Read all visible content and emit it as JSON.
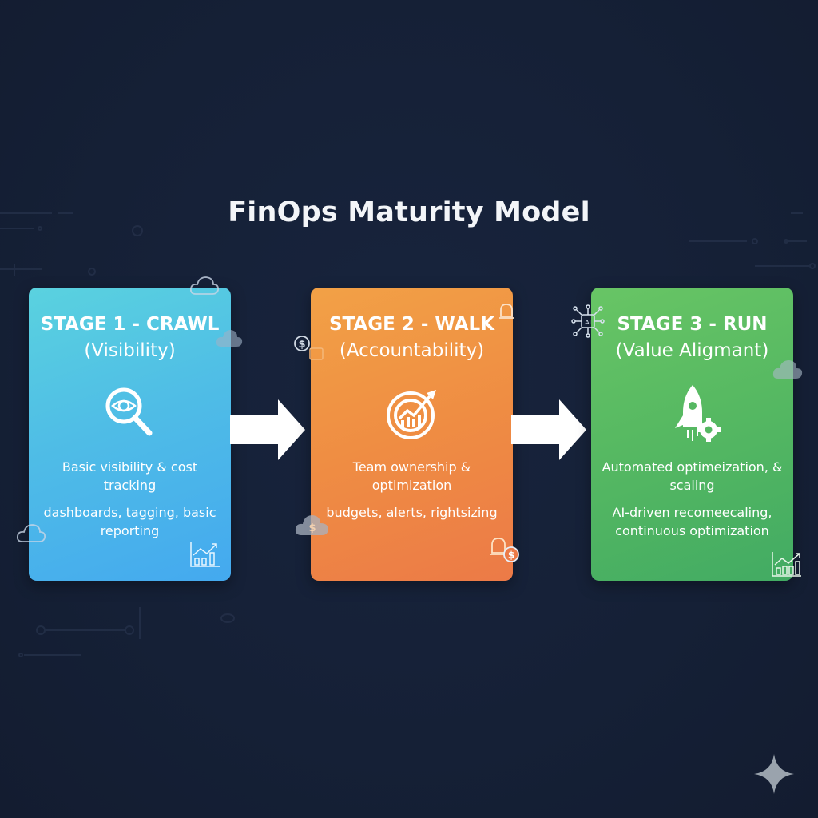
{
  "title": "FinOps Maturity Model",
  "colors": {
    "background": "#16213a",
    "stage1": "#4fbde6",
    "stage2": "#ef8d43",
    "stage3": "#55b862",
    "text": "#ffffff"
  },
  "stages": [
    {
      "heading": "STAGE 1 - CRAWL",
      "subtitle": "(Visibility)",
      "icon": "eye-magnifier-icon",
      "description": "Basic visibility & cost tracking",
      "details": "dashboards, tagging, basic reporting",
      "corner_icon": "bar-chart-trend-icon"
    },
    {
      "heading": "STAGE 2 - WALK",
      "subtitle": "(Accountability)",
      "icon": "target-growth-icon",
      "description": "Team ownership & optimization",
      "details": "budgets, alerts, rightsizing",
      "corner_icon": "bell-dollar-icon"
    },
    {
      "heading": "STAGE 3 - RUN",
      "subtitle": "(Value Aligmant)",
      "icon": "rocket-gear-icon",
      "description": "Automated optimeization, & scaling",
      "details": "AI-driven recomeecaling, continuous optimization",
      "corner_icon": "bar-chart-trend-icon"
    }
  ],
  "connectors": [
    "arrow-right",
    "arrow-right"
  ],
  "decorations": [
    "cloud-icon",
    "cloud-icon",
    "cloud-icon",
    "dollar-coin-icon",
    "bell-icon",
    "ai-chip-icon",
    "cloud-dollar-icon",
    "sparkle-icon"
  ]
}
